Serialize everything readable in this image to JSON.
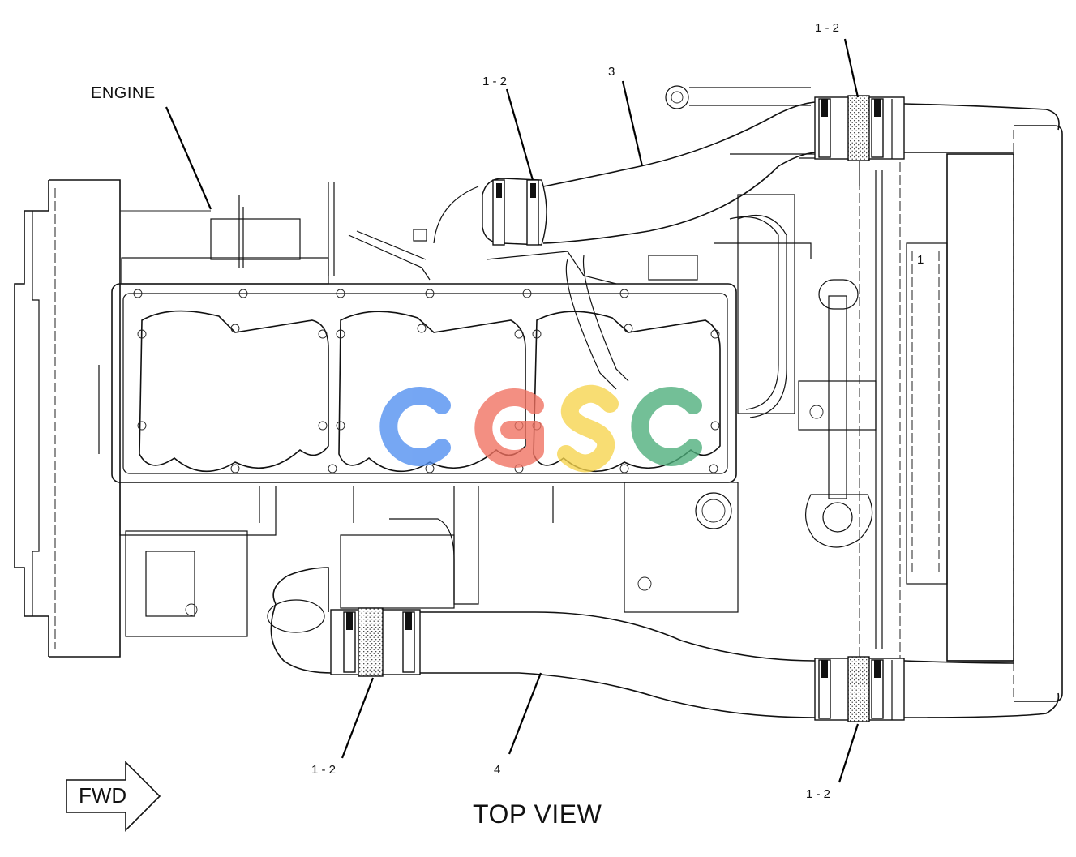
{
  "diagram": {
    "title": "TOP VIEW",
    "direction_label": "FWD",
    "part_label": "ENGINE",
    "callouts": {
      "top_left_clamp": "1 - 2",
      "top_right_clamp": "1 - 2",
      "upper_hose": "3",
      "bottom_left_clamp": "1 - 2",
      "lower_hose": "4",
      "bottom_right_clamp": "1 - 2",
      "right_side": "1"
    },
    "watermark": {
      "text": "CGSC",
      "colors": [
        "#4f8ef0",
        "#f07060",
        "#f7d44c",
        "#4cae7a"
      ]
    }
  }
}
